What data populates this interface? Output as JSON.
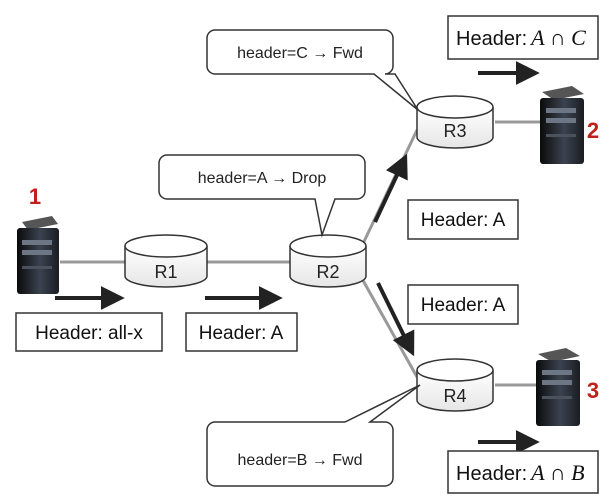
{
  "diagram": {
    "hosts": [
      {
        "id": "host-1",
        "label": "1"
      },
      {
        "id": "host-2",
        "label": "2"
      },
      {
        "id": "host-3",
        "label": "3"
      }
    ],
    "routers": [
      {
        "id": "r1",
        "label": "R1"
      },
      {
        "id": "r2",
        "label": "R2"
      },
      {
        "id": "r3",
        "label": "R3"
      },
      {
        "id": "r4",
        "label": "R4"
      }
    ],
    "callouts": {
      "r2_rule": "header=A → Drop",
      "r3_rule": "header=C → Fwd",
      "r4_rule": "header=B → Fwd"
    },
    "packet_labels": {
      "host1_out": "Header: all-x",
      "r1_out": "Header: A",
      "r2_to_r3": "Header: A",
      "r2_to_r4": "Header: A"
    },
    "outputs": {
      "host2": {
        "prefix": "Header:",
        "formula": "A ∩ C"
      },
      "host3": {
        "prefix": "Header:",
        "formula": "A ∩ B"
      }
    },
    "colors": {
      "host_number": "#c0201a",
      "stroke": "#333333",
      "line": "#999999"
    }
  }
}
